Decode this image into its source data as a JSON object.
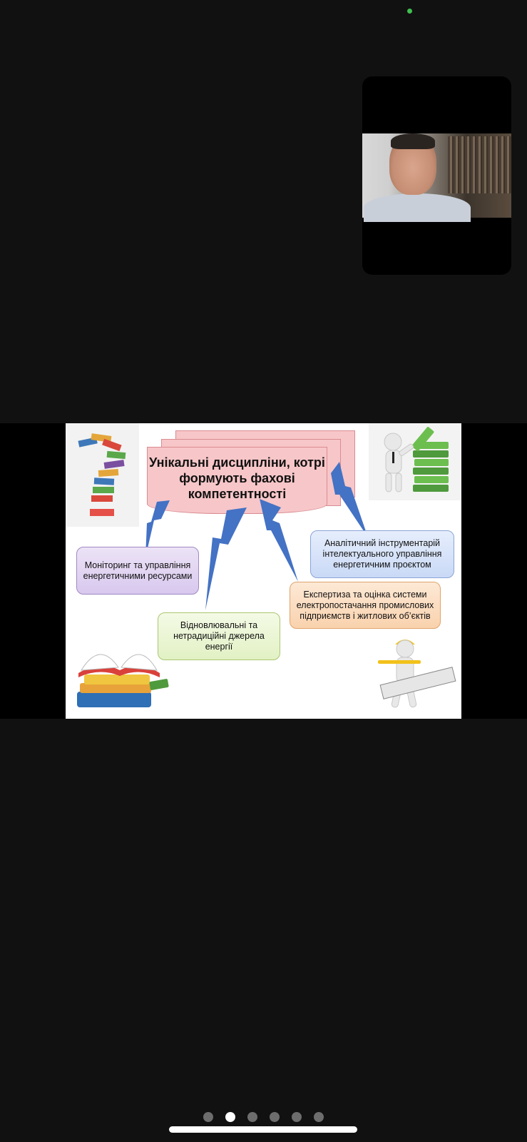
{
  "meeting": {
    "slide": {
      "title": "Унікальні дисципліни, котрі формують фахові компетентності",
      "boxes": {
        "monitoring": "Моніторинг та управління енергетичними ресурсами",
        "renewable": "Відновлювальні та нетрадиційні джерела енергії",
        "expertise": "Експертиза та оцінка системи електропостачання промислових підприємств і житлових об’єктів",
        "analytics": "Аналітичний інструментарій інтелектуального управління енергетичним проєктом"
      }
    },
    "pager": {
      "total": 6,
      "active_index": 1
    }
  },
  "colors": {
    "background": "#111111",
    "status_dot": "#3fbf4f",
    "bolt": "#4472c4",
    "title_fill": "#f7c6c8"
  }
}
